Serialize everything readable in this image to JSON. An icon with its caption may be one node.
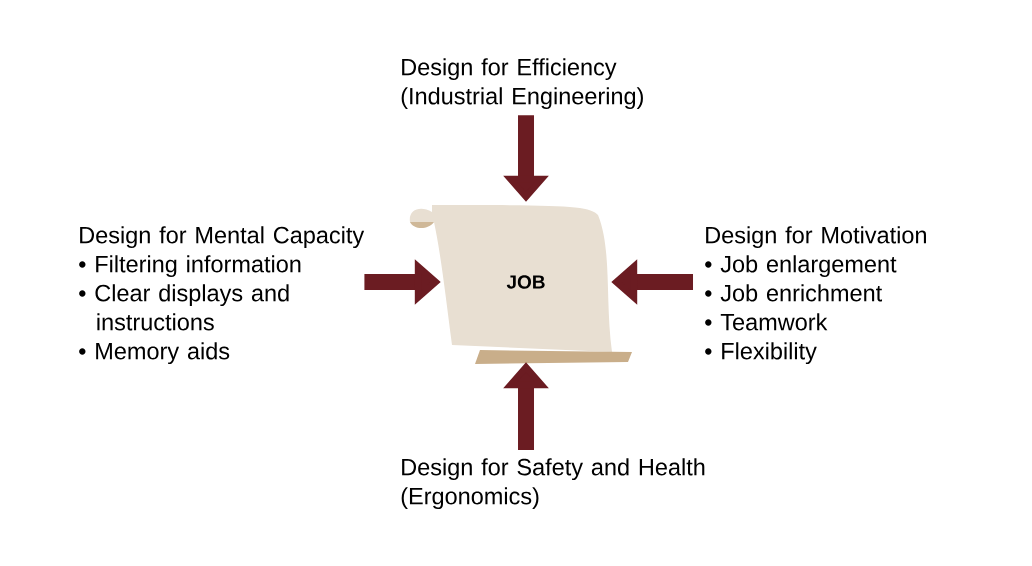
{
  "diagram": {
    "nodes": [
      {
        "text": [
          "JOB"
        ]
      },
      {
        "text": [
          "Design for Efficiency (Industrial Engineering)"
        ]
      },
      {
        "text": [
          "Design for Mental Capacity",
          "• Filtering information",
          "• Clear displays and instructions",
          "• Memory aids"
        ]
      },
      {
        "text": [
          "Design for Motivation",
          "• Job enlargement",
          "• Job enrichment",
          "• Teamwork",
          "• Flexibility"
        ]
      },
      {
        "text": [
          "Design for Safety and Health (Ergonomics)"
        ]
      }
    ],
    "edges": [
      {
        "from": 1,
        "to": 0,
        "arrow": "to"
      },
      {
        "from": 2,
        "to": 0,
        "arrow": "to"
      },
      {
        "from": 3,
        "to": 0,
        "arrow": "to"
      },
      {
        "from": 4,
        "to": 0,
        "arrow": "to"
      }
    ]
  }
}
